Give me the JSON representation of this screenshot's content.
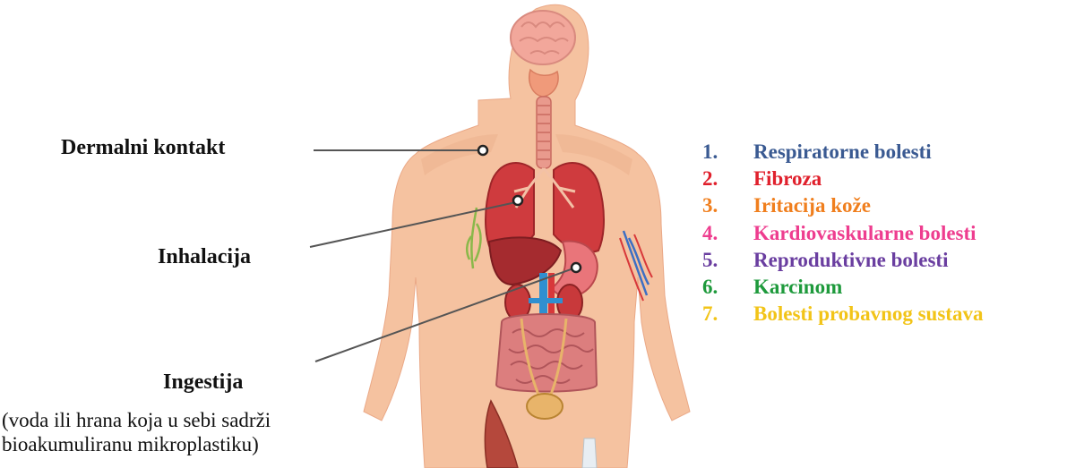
{
  "routes": {
    "dermal": "Dermalni kontakt",
    "inhalation": "Inhalacija",
    "ingestion": "Ingestija",
    "ingestion_note_line1": "(voda ili hrana koja u sebi sadrži",
    "ingestion_note_line2": "bioakumuliranu mikroplastiku)"
  },
  "diseases": [
    {
      "number": "1.",
      "label": "Respiratorne bolesti",
      "color": "#3a5a92"
    },
    {
      "number": "2.",
      "label": "Fibroza",
      "color": "#e0202c"
    },
    {
      "number": "3.",
      "label": "Iritacija kože",
      "color": "#f07f1e"
    },
    {
      "number": "4.",
      "label": "Kardiovaskularne bolesti",
      "color": "#ee3d8f"
    },
    {
      "number": "5.",
      "label": "Reproduktivne bolesti",
      "color": "#6a3ea0"
    },
    {
      "number": "6.",
      "label": "Karcinom",
      "color": "#1e9a3c"
    },
    {
      "number": "7.",
      "label": "Bolesti probavnog sustava",
      "color": "#f2c418"
    }
  ],
  "colors": {
    "skin": "#f5c2a0",
    "skin_shadow": "#e9a985",
    "brain": "#f2a79b",
    "lungs": "#cf3b3e",
    "liver": "#a52b2f",
    "stomach": "#e9757a",
    "intestines": "#dc7e7e",
    "kidneys": "#c8393b",
    "vessel_blue": "#2f8fd0",
    "bladder": "#e8b46a",
    "leader_line": "#555555"
  }
}
